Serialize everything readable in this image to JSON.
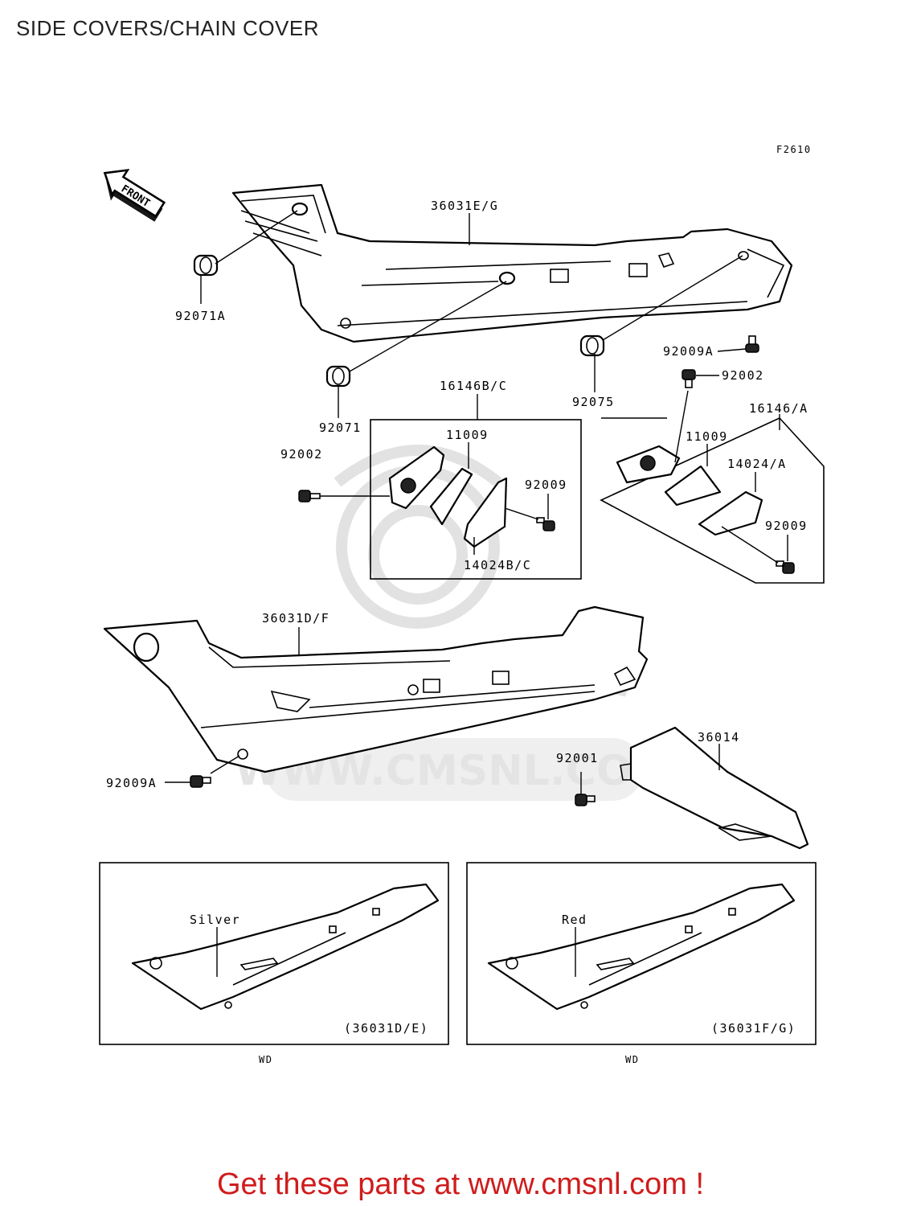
{
  "title": "SIDE COVERS/CHAIN COVER",
  "figure_code": "F2610",
  "front_label": "FRONT",
  "watermark": "WWW.CMSNL.COM",
  "labels": {
    "p36031EG": "36031E/G",
    "p92071A": "92071A",
    "p92071": "92071",
    "p92075": "92075",
    "p92009A_top": "92009A",
    "p92002_right": "92002",
    "p16146BC": "16146B/C",
    "p11009_left": "11009",
    "p92002_left": "92002",
    "p92009_left": "92009",
    "p14024BC": "14024B/C",
    "p16146A": "16146/A",
    "p11009_right": "11009",
    "p14024A": "14024/A",
    "p92009_right": "92009",
    "p36031DF": "36031D/F",
    "p36014": "36014",
    "p92001": "92001",
    "p92009A_bottom": "92009A"
  },
  "variants": [
    {
      "color": "Silver",
      "code": "(36031D/E)",
      "note": "WD"
    },
    {
      "color": "Red",
      "code": "(36031F/G)",
      "note": "WD"
    }
  ],
  "footer": "Get these parts at www.cmsnl.com !"
}
